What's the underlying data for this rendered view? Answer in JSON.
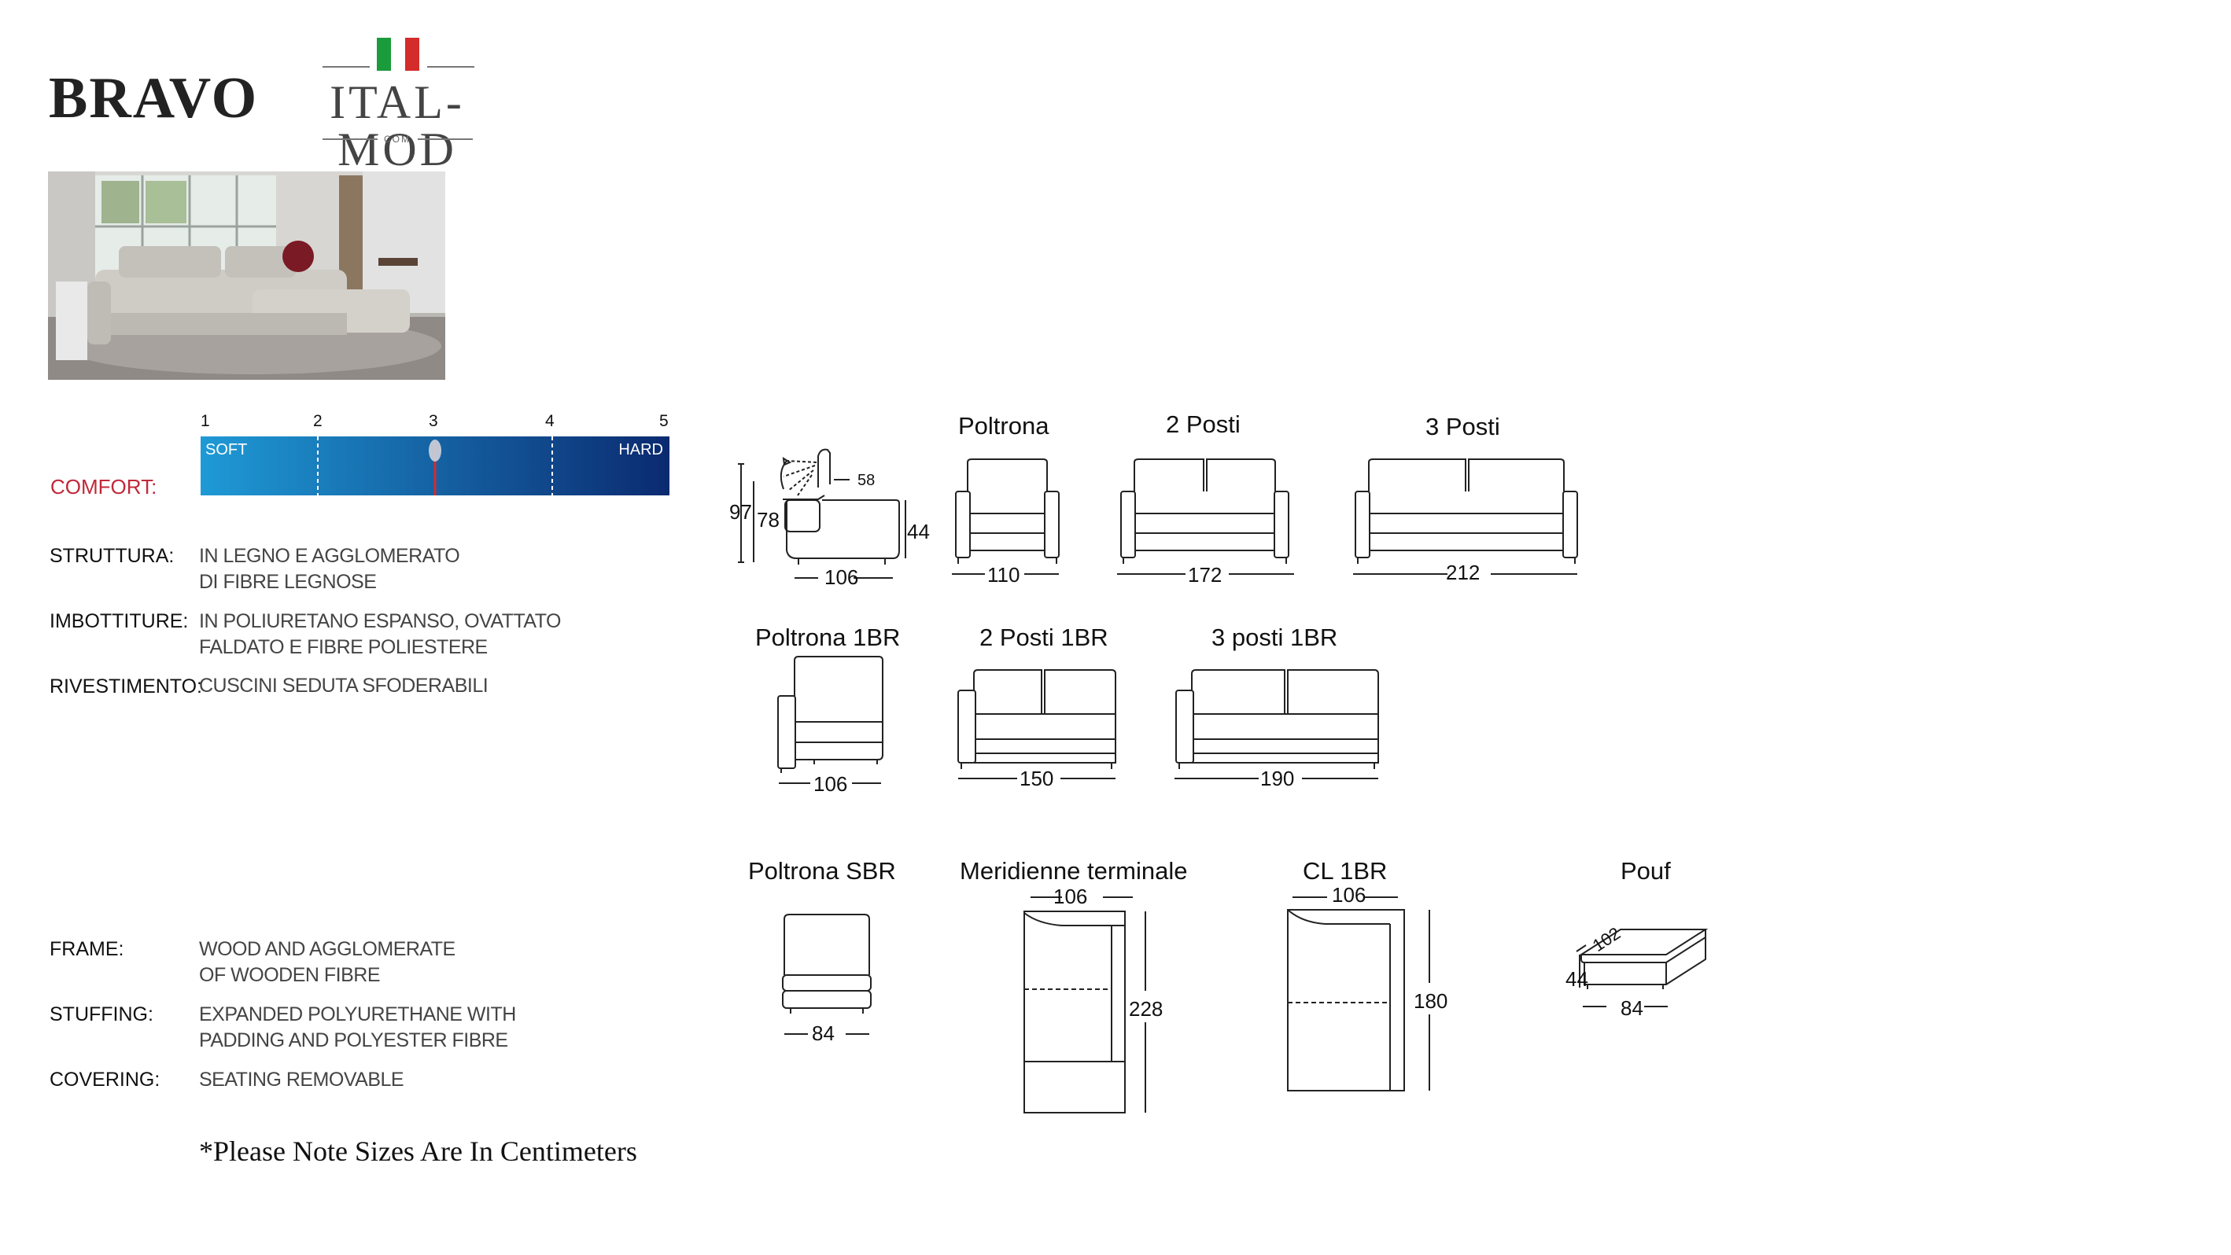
{
  "brand": {
    "model": "BRAVO",
    "logo_text": "ITAL-MOD",
    "logo_sub": "COM",
    "flag_colors": [
      "#1a9b3c",
      "#ffffff",
      "#d42b2b"
    ]
  },
  "comfort": {
    "label": "COMFORT:",
    "scale_numbers": [
      "1",
      "2",
      "3",
      "4",
      "5"
    ],
    "soft_label": "SOFT",
    "hard_label": "HARD",
    "value": 3,
    "scale_max": 5,
    "gradient_colors": [
      "#1f9ad6",
      "#0b2a70"
    ],
    "marker_color": "#d42b2b"
  },
  "specs_it": [
    {
      "label": "STRUTTURA:",
      "lines": [
        "IN LEGNO E AGGLOMERATO",
        "DI FIBRE LEGNOSE"
      ]
    },
    {
      "label": "IMBOTTITURE:",
      "lines": [
        "IN POLIURETANO ESPANSO, OVATTATO",
        "FALDATO E FIBRE POLIESTERE"
      ]
    },
    {
      "label": "RIVESTIMENTO:",
      "lines": [
        "CUSCINI SEDUTA SFODERABILI"
      ]
    }
  ],
  "specs_en": [
    {
      "label": "FRAME:",
      "lines": [
        "WOOD AND AGGLOMERATE",
        "OF WOODEN FIBRE"
      ]
    },
    {
      "label": "STUFFING:",
      "lines": [
        "EXPANDED POLYURETHANE WITH",
        "PADDING AND POLYESTER FIBRE"
      ]
    },
    {
      "label": "COVERING:",
      "lines": [
        "SEATING REMOVABLE"
      ]
    }
  ],
  "note": "*Please Note Sizes Are In Centimeters",
  "profile": {
    "height": "97",
    "back_height": "78",
    "depth": "106",
    "recline": "58",
    "seat_height": "44"
  },
  "pieces": {
    "poltrona": {
      "title": "Poltrona",
      "width": "110"
    },
    "posti2": {
      "title": "2 Posti",
      "width": "172"
    },
    "posti3": {
      "title": "3 Posti",
      "width": "212"
    },
    "poltrona_1br": {
      "title": "Poltrona 1BR",
      "width": "106"
    },
    "posti2_1br": {
      "title": "2 Posti 1BR",
      "width": "150"
    },
    "posti3_1br": {
      "title": "3 posti 1BR",
      "width": "190"
    },
    "poltrona_sbr": {
      "title": "Poltrona SBR",
      "width": "84"
    },
    "meridienne": {
      "title": "Meridienne terminale",
      "width": "106",
      "length": "228"
    },
    "cl_1br": {
      "title": "CL 1BR",
      "width": "106",
      "length": "180"
    },
    "pouf": {
      "title": "Pouf",
      "depth": "102",
      "height": "44",
      "width": "84"
    }
  }
}
